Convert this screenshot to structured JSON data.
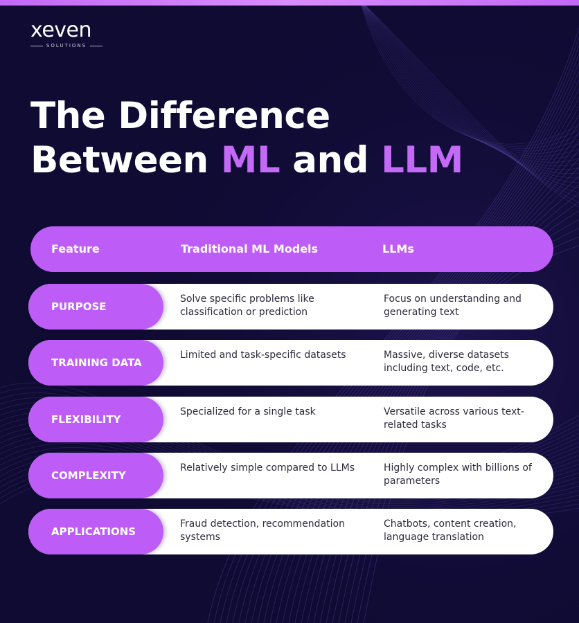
{
  "logo": {
    "name": "xeven",
    "sub": "SOLUTIONS"
  },
  "title": {
    "line1": "The Difference",
    "line2_prefix": "Between",
    "accent1": "ML",
    "connector": "and",
    "accent2": "LLM"
  },
  "table": {
    "headers": [
      "Feature",
      "Traditional ML Models",
      "LLMs"
    ],
    "rows": [
      {
        "feature": "PURPOSE",
        "ml": "Solve specific problems like classification or prediction",
        "llm": "Focus on understanding and generating text"
      },
      {
        "feature": "TRAINING DATA",
        "ml": "Limited and task-specific datasets",
        "llm": "Massive, diverse datasets including text, code, etc."
      },
      {
        "feature": "FLEXIBILITY",
        "ml": "Specialized for a single task",
        "llm": "Versatile across various text-related tasks"
      },
      {
        "feature": "COMPLEXITY",
        "ml": "Relatively simple compared to LLMs",
        "llm": "Highly complex with billions of parameters"
      },
      {
        "feature": "APPLICATIONS",
        "ml": "Fraud detection, recommendation systems",
        "llm": "Chatbots, content creation, language translation"
      }
    ]
  },
  "colors": {
    "background": "#0f0b33",
    "accent": "#bd5cf6",
    "title_accent": "#c36af6",
    "row_bg": "#ffffff",
    "row_text": "#2c2c3c"
  }
}
